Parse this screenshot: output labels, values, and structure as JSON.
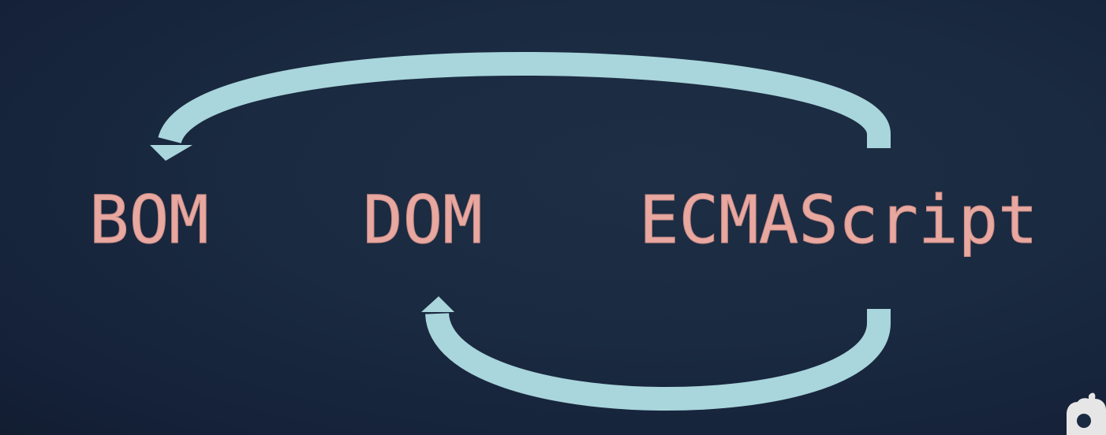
{
  "terms": {
    "bom": "BOM",
    "dom": "DOM",
    "ecmascript": "ECMAScript"
  },
  "arrows": [
    {
      "from": "ECMAScript",
      "to": "BOM"
    },
    {
      "from": "ECMAScript",
      "to": "DOM"
    }
  ],
  "colors": {
    "background": "#1a2a40",
    "label": "#e8a8a0",
    "arrow": "#a9d5dc",
    "logo": "#e6e6e6"
  },
  "icons": {
    "corner_logo": "app-logo-icon"
  }
}
